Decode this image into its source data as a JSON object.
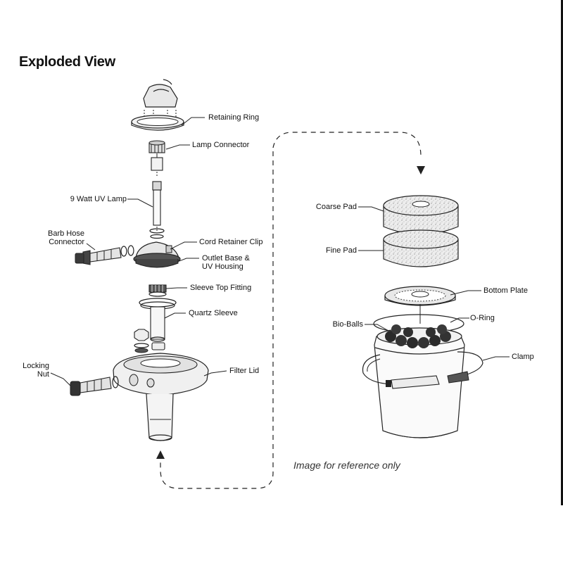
{
  "title": "Exploded View",
  "note": "Image for reference only",
  "labels": {
    "retaining_ring": "Retaining Ring",
    "lamp_connector": "Lamp Connector",
    "uv_lamp": "9 Watt UV Lamp",
    "barb_hose_connector": "Barb Hose\nConnector",
    "cord_retainer_clip": "Cord Retainer Clip",
    "outlet_base": "Outlet Base &\nUV Housing",
    "sleeve_top_fitting": "Sleeve Top Fitting",
    "quartz_sleeve": "Quartz Sleeve",
    "locking_nut": "Locking\nNut",
    "filter_lid": "Filter Lid",
    "coarse_pad": "Coarse Pad",
    "fine_pad": "Fine Pad",
    "bottom_plate": "Bottom Plate",
    "bio_balls": "Bio-Balls",
    "o_ring": "O-Ring",
    "clamp": "Clamp"
  }
}
